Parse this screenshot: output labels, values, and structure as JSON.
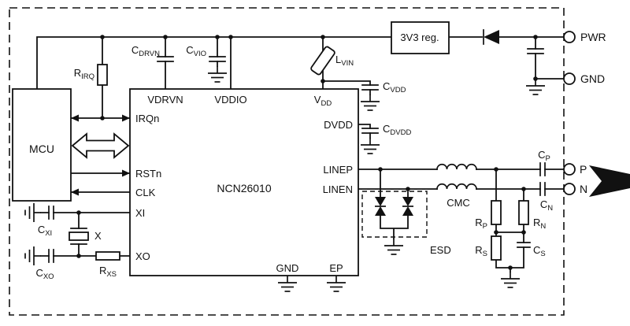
{
  "blocks": {
    "mcu": "MCU",
    "chip": "NCN26010",
    "regulator": "3V3 reg.",
    "esd": "ESD",
    "cmc": "CMC"
  },
  "terminals": {
    "pwr": "PWR",
    "gnd": "GND",
    "p": "P",
    "n": "N"
  },
  "pins": {
    "vdrvn": "VDRVN",
    "vddio": "VDDIO",
    "vdd": {
      "main": "V",
      "sub": "DD"
    },
    "irqn": "IRQn",
    "dvdd": "DVDD",
    "rstn": "RSTn",
    "clk": "CLK",
    "linep": "LINEP",
    "linen": "LINEN",
    "xi": "XI",
    "xo": "XO",
    "gnd": "GND",
    "ep": "EP"
  },
  "components": {
    "r_irq": {
      "main": "R",
      "sub": "IRQ"
    },
    "c_drvn": {
      "main": "C",
      "sub": "DRVN"
    },
    "c_vio": {
      "main": "C",
      "sub": "VIO"
    },
    "l_vin": {
      "main": "L",
      "sub": "VIN"
    },
    "c_vdd": {
      "main": "C",
      "sub": "VDD"
    },
    "c_dvdd": {
      "main": "C",
      "sub": "DVDD"
    },
    "c_xi": {
      "main": "C",
      "sub": "XI"
    },
    "c_xo": {
      "main": "C",
      "sub": "XO"
    },
    "r_xs": {
      "main": "R",
      "sub": "XS"
    },
    "crystal": "X",
    "c_p": {
      "main": "C",
      "sub": "P"
    },
    "c_n": {
      "main": "C",
      "sub": "N"
    },
    "r_p": {
      "main": "R",
      "sub": "P"
    },
    "r_n": {
      "main": "R",
      "sub": "N"
    },
    "r_s": {
      "main": "R",
      "sub": "S"
    },
    "c_s": {
      "main": "C",
      "sub": "S"
    }
  },
  "colors": {
    "line": "#111111",
    "background": "#ffffff"
  }
}
